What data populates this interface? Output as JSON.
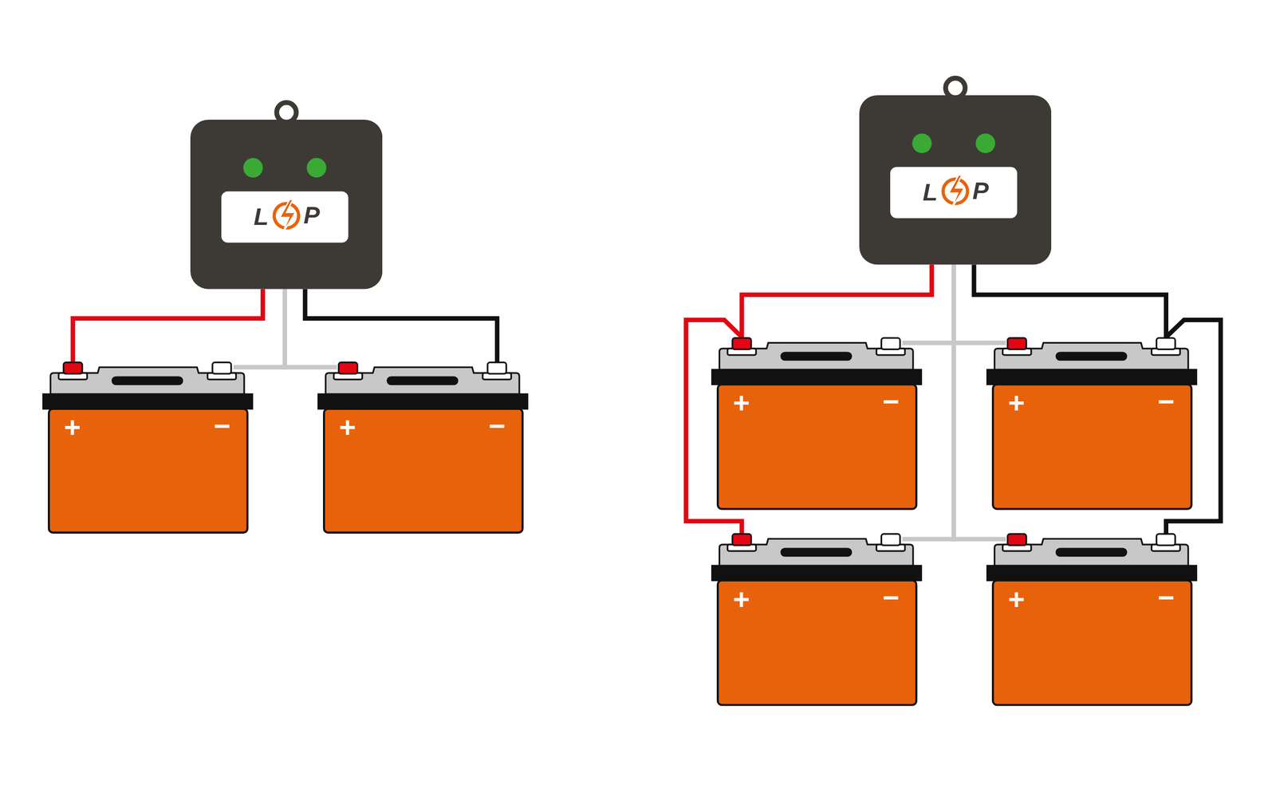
{
  "diagram": {
    "nodes": [
      {
        "text": [
          "L",
          "P"
        ]
      },
      {
        "text": [
          "+",
          "−"
        ]
      },
      {
        "text": [
          "+",
          "−"
        ]
      },
      {
        "text": [
          "L",
          "P"
        ]
      },
      {
        "text": [
          "+",
          "−"
        ]
      },
      {
        "text": [
          "+",
          "−"
        ]
      },
      {
        "text": [
          "+",
          "−"
        ]
      },
      {
        "text": [
          "+",
          "−"
        ]
      }
    ],
    "edges": [
      {
        "from": 0,
        "to": 1,
        "arrow": "none"
      },
      {
        "from": 0,
        "to": 2,
        "arrow": "none"
      },
      {
        "from": 0,
        "to": 1,
        "arrow": "none"
      },
      {
        "from": 0,
        "to": 2,
        "arrow": "none"
      },
      {
        "from": 3,
        "to": 4,
        "arrow": "none"
      },
      {
        "from": 4,
        "to": 6,
        "arrow": "none"
      },
      {
        "from": 3,
        "to": 5,
        "arrow": "none"
      },
      {
        "from": 5,
        "to": 7,
        "arrow": "none"
      },
      {
        "from": 3,
        "to": 4,
        "arrow": "none"
      },
      {
        "from": 3,
        "to": 5,
        "arrow": "none"
      },
      {
        "from": 3,
        "to": 6,
        "arrow": "none"
      },
      {
        "from": 3,
        "to": 7,
        "arrow": "none"
      }
    ]
  }
}
